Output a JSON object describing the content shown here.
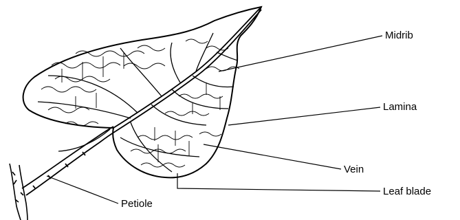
{
  "labels": {
    "midrib": "Midrib",
    "lamina": "Lamina",
    "vein": "Vein",
    "leaf_blade": "Leaf blade",
    "petiole": "Petiole"
  },
  "colors": {
    "ink": "#000000",
    "background": "#ffffff"
  }
}
